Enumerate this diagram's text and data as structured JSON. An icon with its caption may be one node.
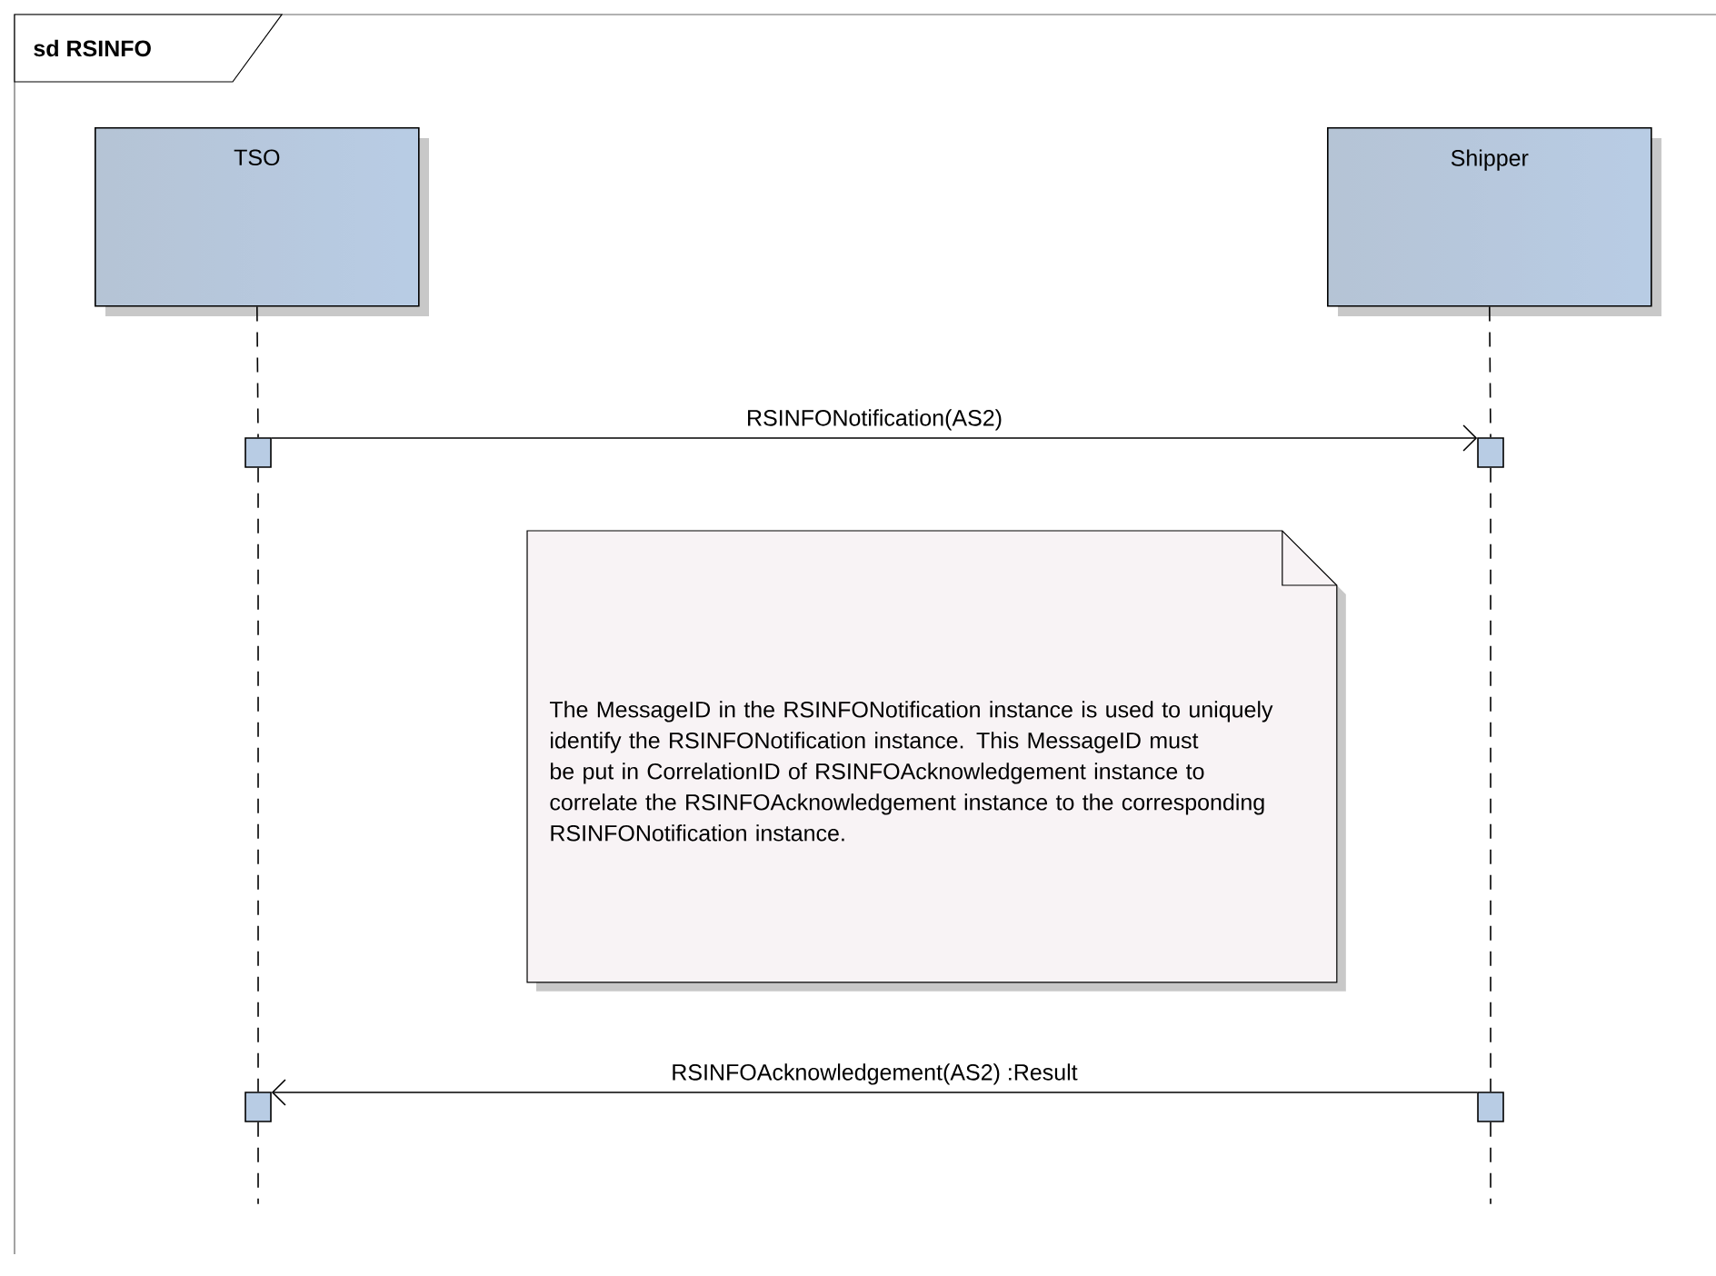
{
  "diagram": {
    "title": "sd RSINFO",
    "nodes": [
      {
        "text": [
          "TSO"
        ]
      },
      {
        "text": [
          "Shipper"
        ]
      },
      {
        "text": [],
        "shape": "box"
      },
      {
        "text": [],
        "shape": "box"
      },
      {
        "text": [
          "The MessageID in the RSINFONotification instance is used to uniquely identify the RSINFONotification instance. This MessageID must be put in CorrelationID of RSINFOAcknowledgement instance to correlate the RSINFOAcknowledgement instance to the corresponding RSINFONotification instance."
        ]
      },
      {
        "text": [],
        "shape": "box"
      },
      {
        "text": [],
        "shape": "box"
      }
    ],
    "edges": [
      {
        "from": 0,
        "to": 2,
        "arrow": "none",
        "style": "dashed"
      },
      {
        "from": 2,
        "to": 5,
        "arrow": "none",
        "style": "dashed"
      },
      {
        "from": 1,
        "to": 3,
        "arrow": "none",
        "style": "dashed"
      },
      {
        "from": 3,
        "to": 6,
        "arrow": "none",
        "style": "dashed"
      },
      {
        "from": 2,
        "to": 3,
        "arrow": "to",
        "label": "RSINFONotification(AS2)"
      },
      {
        "from": 6,
        "to": 5,
        "arrow": "to",
        "label": "RSINFOAcknowledgement(AS2) :Result"
      }
    ]
  }
}
